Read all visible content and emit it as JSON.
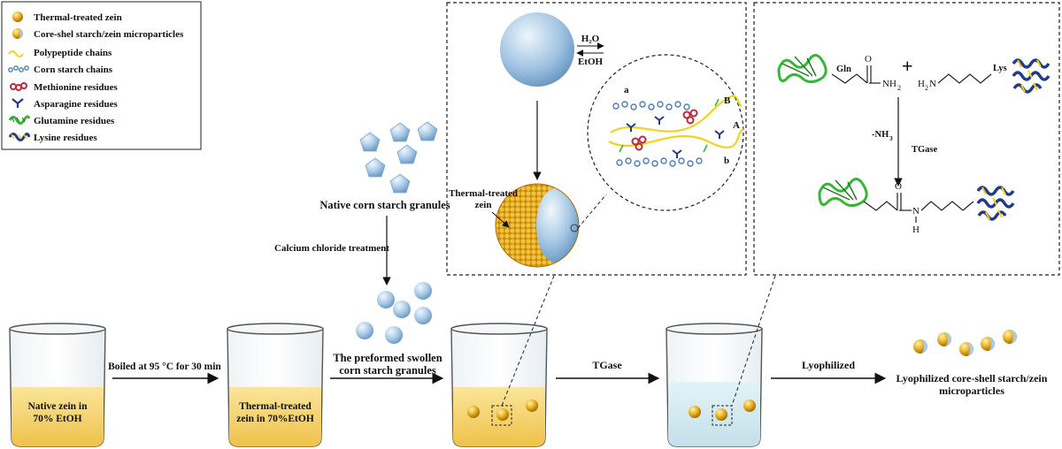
{
  "legend": {
    "items": [
      {
        "label": "Thermal-treated zein",
        "icon": "gold-sphere-icon"
      },
      {
        "label": "Core-shel starch/zein microparticles",
        "icon": "half-sphere-icon"
      },
      {
        "label": "Polypeptide chains",
        "icon": "yellow-chain-icon"
      },
      {
        "label": "Corn starch chains",
        "icon": "blue-chain-icon"
      },
      {
        "label": "Methionine residues",
        "icon": "red-residue-icon"
      },
      {
        "label": "Asparagine residues",
        "icon": "navy-y-icon"
      },
      {
        "label": "Glutamine residues",
        "icon": "green-residue-icon"
      },
      {
        "label": "Lysine residues",
        "icon": "lysine-residue-icon"
      }
    ]
  },
  "colors": {
    "gold": "#e8b020",
    "starch_blue": "#a9c9e6",
    "liquid_yellow": "#f6d370",
    "liquid_blue": "#d6ecf2",
    "green": "#33b833",
    "red": "#c0283a",
    "navy": "#1f3b8a"
  },
  "process": {
    "beaker1_label": [
      "Native zein in",
      "70% EtOH"
    ],
    "step1_label": "Boiled at 95 °C for 30 min",
    "beaker2_label": [
      "Thermal-treated",
      "zein in 70%EtOH"
    ],
    "native_starch_label": "Native corn starch granules",
    "cacl_label": "Calcium chloride treatment",
    "swollen_label": [
      "The preformed swollen",
      "corn starch granules"
    ],
    "tgase_label": "TGase",
    "lyophilized_label": "Lyophilized",
    "final_label": [
      "Lyophilized core-shell starch/zein",
      "microparticles"
    ]
  },
  "panel_middle": {
    "h2o": "H₂O",
    "etoh": "EtOH",
    "thermal_label": [
      "Thermal-treated",
      "zein"
    ],
    "chain_a": "a",
    "chain_B": "B",
    "chain_A": "A",
    "chain_b": "b"
  },
  "panel_right": {
    "gln": "Gln",
    "lys": "Lys",
    "oxygen": "O",
    "nh2": "NH",
    "nh2_sub": "2",
    "h2n": "H",
    "h2n_sub": "2",
    "h2n_n": "N",
    "plus": "+",
    "nh3": "-NH",
    "nh3_sub": "3",
    "tgase": "TGase",
    "n": "N",
    "h": "H"
  }
}
